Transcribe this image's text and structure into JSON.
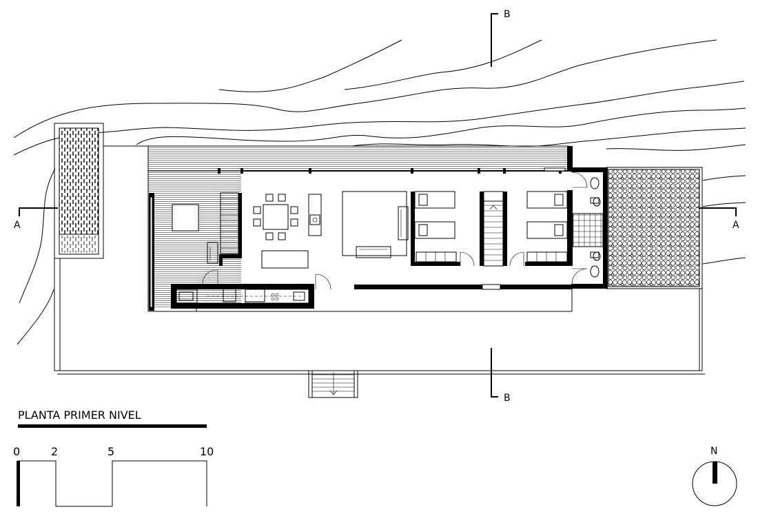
{
  "plan": {
    "title": "PLANTA PRIMER NIVEL",
    "section_marks": {
      "a_left": "A",
      "a_right": "A",
      "b_top": "B",
      "b_bottom": "B"
    },
    "scale_bar": {
      "ticks": [
        "0",
        "2",
        "5",
        "10"
      ]
    },
    "north_arrow": {
      "label": "N"
    }
  }
}
